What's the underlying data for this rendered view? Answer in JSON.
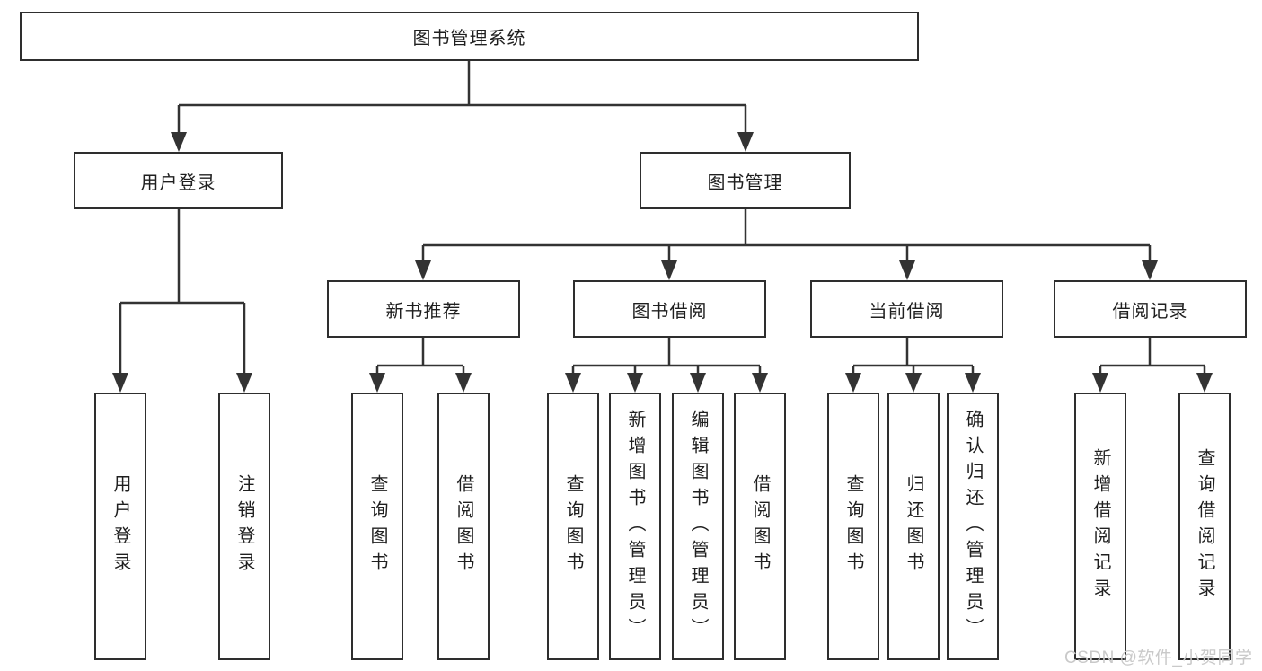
{
  "diagram": {
    "root": {
      "label": "图书管理系统"
    },
    "branches": [
      {
        "label": "用户登录",
        "children": [
          {
            "label": "用户登录"
          },
          {
            "label": "注销登录"
          }
        ]
      },
      {
        "label": "图书管理",
        "children": [
          {
            "label": "新书推荐",
            "children": [
              {
                "label": "查询图书"
              },
              {
                "label": "借阅图书"
              }
            ]
          },
          {
            "label": "图书借阅",
            "children": [
              {
                "label": "查询图书"
              },
              {
                "label": "新增图书（管理员）"
              },
              {
                "label": "编辑图书（管理员）"
              },
              {
                "label": "借阅图书"
              }
            ]
          },
          {
            "label": "当前借阅",
            "children": [
              {
                "label": "查询图书"
              },
              {
                "label": "归还图书"
              },
              {
                "label": "确认归还（管理员）"
              }
            ]
          },
          {
            "label": "借阅记录",
            "children": [
              {
                "label": "新增借阅记录"
              },
              {
                "label": "查询借阅记录"
              }
            ]
          }
        ]
      }
    ]
  },
  "watermark": {
    "text": "CSDN @软件_小贺同学"
  },
  "colors": {
    "line": "#333333",
    "border": "#2e2e2e",
    "text": "#1f1f1f",
    "watermark": "#c9c9c9",
    "background": "#ffffff"
  }
}
